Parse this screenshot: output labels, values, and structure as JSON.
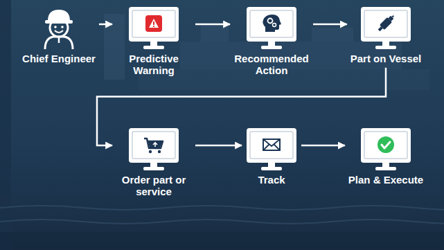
{
  "diagram": {
    "nodes": [
      {
        "text": [
          "Chief Engineer"
        ]
      },
      {
        "text": [
          "Predictive Warning"
        ]
      },
      {
        "text": [
          "Recommended Action"
        ]
      },
      {
        "text": [
          "Part on Vessel"
        ]
      },
      {
        "text": [
          "Order part or service"
        ]
      },
      {
        "text": [
          "Track"
        ]
      },
      {
        "text": [
          "Plan & Execute"
        ]
      }
    ],
    "edges": [
      {
        "from": 0,
        "to": 1,
        "arrow": "to"
      },
      {
        "from": 1,
        "to": 2,
        "arrow": "to"
      },
      {
        "from": 2,
        "to": 3,
        "arrow": "to"
      },
      {
        "from": 3,
        "to": 4,
        "arrow": "to"
      },
      {
        "from": 4,
        "to": 5,
        "arrow": "to"
      },
      {
        "from": 5,
        "to": 6,
        "arrow": "to"
      }
    ]
  }
}
